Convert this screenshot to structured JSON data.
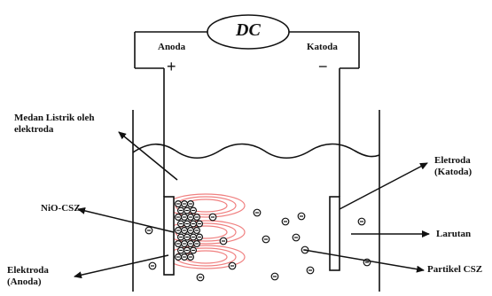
{
  "power_supply": {
    "label": "DC"
  },
  "terminals": {
    "anode_label": "Anoda",
    "anode_sign": "+",
    "cathode_label": "Katoda",
    "cathode_sign": "−"
  },
  "callouts": {
    "electric_field": [
      "Medan Listrik oleh",
      "elektroda"
    ],
    "nio_csz": "NiO-CSZ",
    "anode_electrode": [
      "Elektroda",
      "(Anoda)"
    ],
    "cathode_electrode": [
      "Eletroda",
      "(Katoda)"
    ],
    "solution": "Larutan",
    "csz_particle": "Partikel CSZ"
  },
  "particle_symbol": "⊖",
  "colors": {
    "line": "#111111",
    "field_lines": "#f08080",
    "electrode_fill": "#ffffff"
  }
}
